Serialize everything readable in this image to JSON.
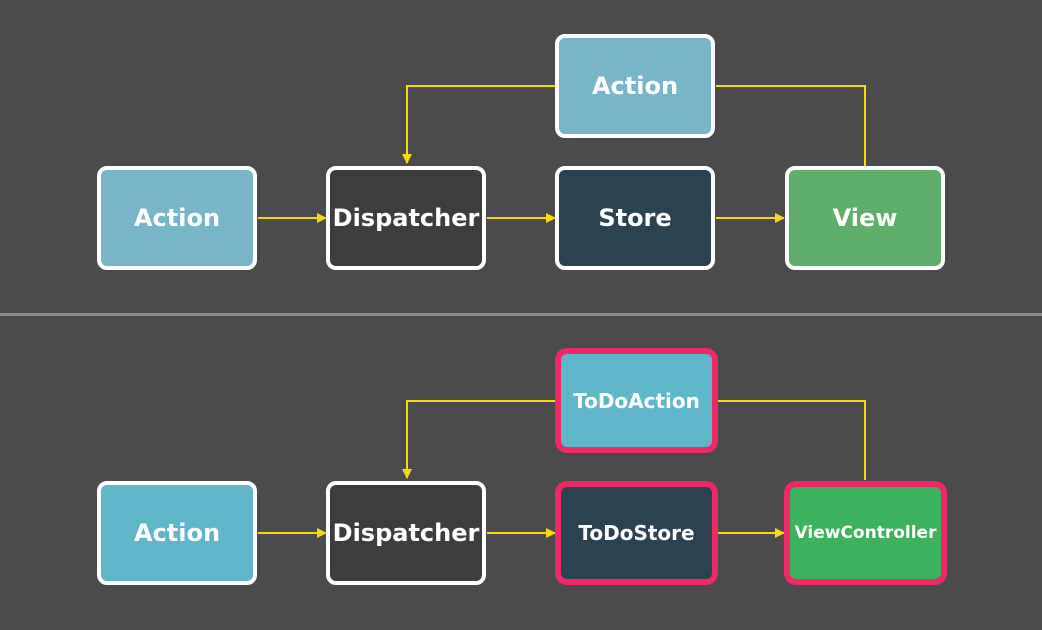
{
  "colors": {
    "background": "#4b4b4d",
    "divider": "#8a8a8c",
    "arrow": "#f5d90a",
    "node_border": "#ffffff",
    "highlight_border": "#ee2a66",
    "action_top": "#78b5c8",
    "action_bottom": "#5fb6cb",
    "dispatcher": "#3f3c3d",
    "store": "#2b4350",
    "view_top": "#5fae6a",
    "view_bottom": "#3db25c"
  },
  "top_diagram": {
    "action_left": "Action",
    "dispatcher": "Dispatcher",
    "store": "Store",
    "view": "View",
    "action_feedback": "Action"
  },
  "bottom_diagram": {
    "action_left": "Action",
    "dispatcher": "Dispatcher",
    "store": "ToDoStore",
    "view": "ViewController",
    "action_feedback": "ToDoAction"
  }
}
